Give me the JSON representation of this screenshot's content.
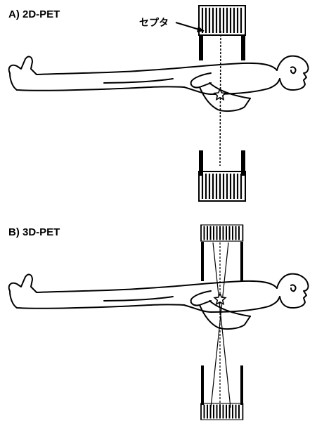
{
  "panels": [
    {
      "label": "A) 2D-PET"
    },
    {
      "label": "B) 3D-PET"
    }
  ],
  "annotation": {
    "septa_label": "セプタ"
  },
  "colors": {
    "ink": "#000000",
    "background": "#ffffff"
  }
}
